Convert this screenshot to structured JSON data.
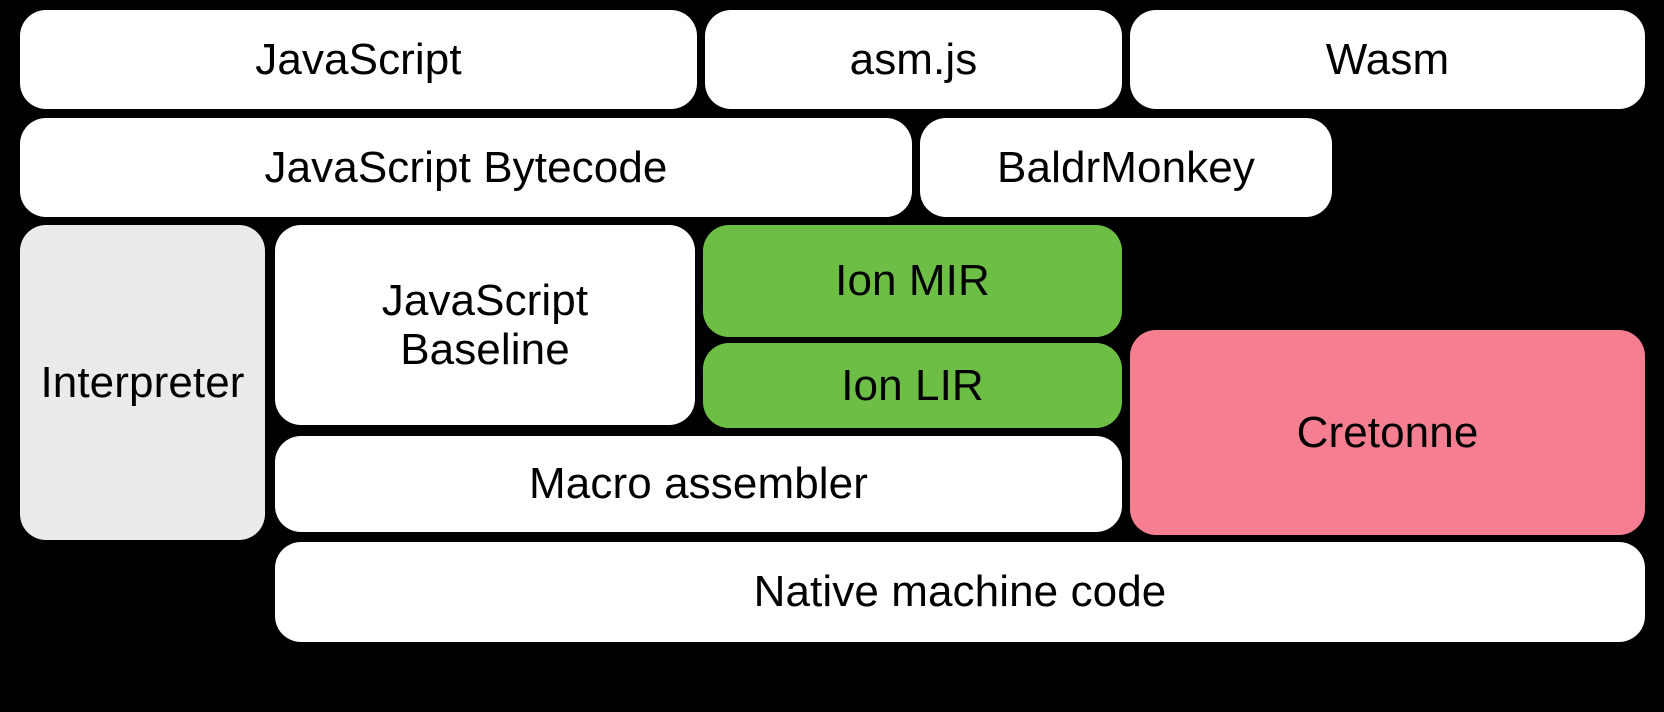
{
  "diagram": {
    "title": "SpiderMonkey / Cretonne compilation pipeline",
    "background_color": "#000000",
    "colors": {
      "white": "#ffffff",
      "gray": "#eaeaea",
      "green": "#6cbe45",
      "pink": "#f67e91",
      "text": "#000000"
    },
    "nodes": {
      "javascript": {
        "label": "JavaScript",
        "fill": "#ffffff",
        "row": 1
      },
      "asmjs": {
        "label": "asm.js",
        "fill": "#ffffff",
        "row": 1
      },
      "wasm": {
        "label": "Wasm",
        "fill": "#ffffff",
        "row": 1
      },
      "js_bytecode": {
        "label": "JavaScript Bytecode",
        "fill": "#ffffff",
        "row": 2
      },
      "baldrmonkey": {
        "label": "BaldrMonkey",
        "fill": "#ffffff",
        "row": 2
      },
      "interpreter": {
        "label": "Interpreter",
        "fill": "#eaeaea",
        "row": 3
      },
      "js_baseline": {
        "label": "JavaScript\nBaseline",
        "fill": "#ffffff",
        "row": 3
      },
      "ion_mir": {
        "label": "Ion MIR",
        "fill": "#6cbe45",
        "row": 3
      },
      "ion_lir": {
        "label": "Ion LIR",
        "fill": "#6cbe45",
        "row": 4
      },
      "cretonne": {
        "label": "Cretonne",
        "fill": "#f67e91",
        "row": 4
      },
      "macro_assembler": {
        "label": "Macro assembler",
        "fill": "#ffffff",
        "row": 5
      },
      "native_code": {
        "label": "Native machine code",
        "fill": "#ffffff",
        "row": 6
      }
    }
  }
}
